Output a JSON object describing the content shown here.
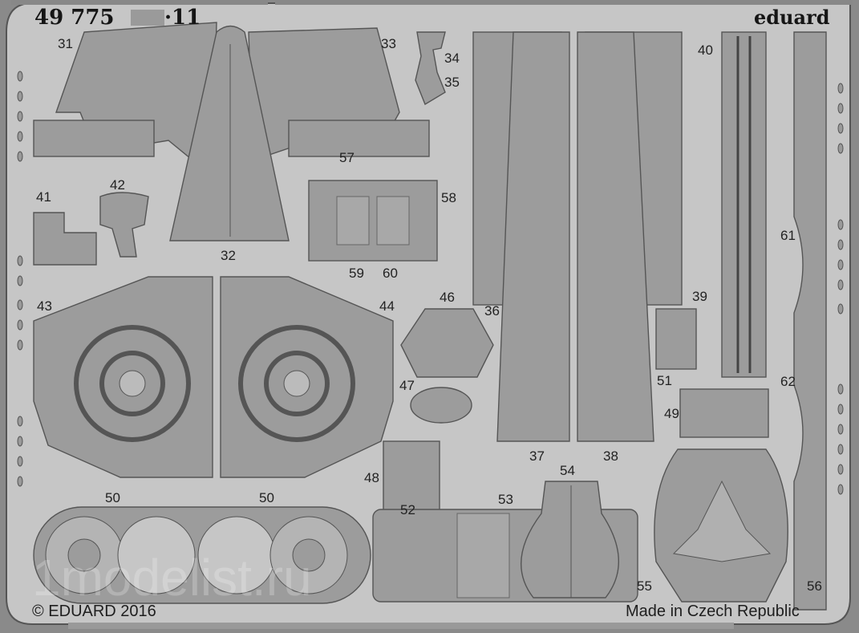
{
  "header": {
    "code": "49 775",
    "suffix": "·11",
    "brand": "eduard"
  },
  "footer": {
    "copyright": "© EDUARD 2016",
    "origin": "Made in Czech Republic"
  },
  "watermark": "1modelist.ru",
  "part_numbers": {
    "p31": "31",
    "p32": "32",
    "p33": "33",
    "p34": "34",
    "p35": "35",
    "p36": "36",
    "p37": "37",
    "p38": "38",
    "p39": "39",
    "p40": "40",
    "p41": "41",
    "p42": "42",
    "p43": "43",
    "p44": "44",
    "p46": "46",
    "p47": "47",
    "p48": "48",
    "p49": "49",
    "p50a": "50",
    "p50b": "50",
    "p51": "51",
    "p52": "52",
    "p53": "53",
    "p54": "54",
    "p55": "55",
    "p56": "56",
    "p57": "57",
    "p58": "58",
    "p59": "59",
    "p60": "60",
    "p61": "61",
    "p62": "62"
  },
  "colors": {
    "fret": "#c6c6c6",
    "part": "#9c9c9c",
    "edge": "#555555"
  }
}
